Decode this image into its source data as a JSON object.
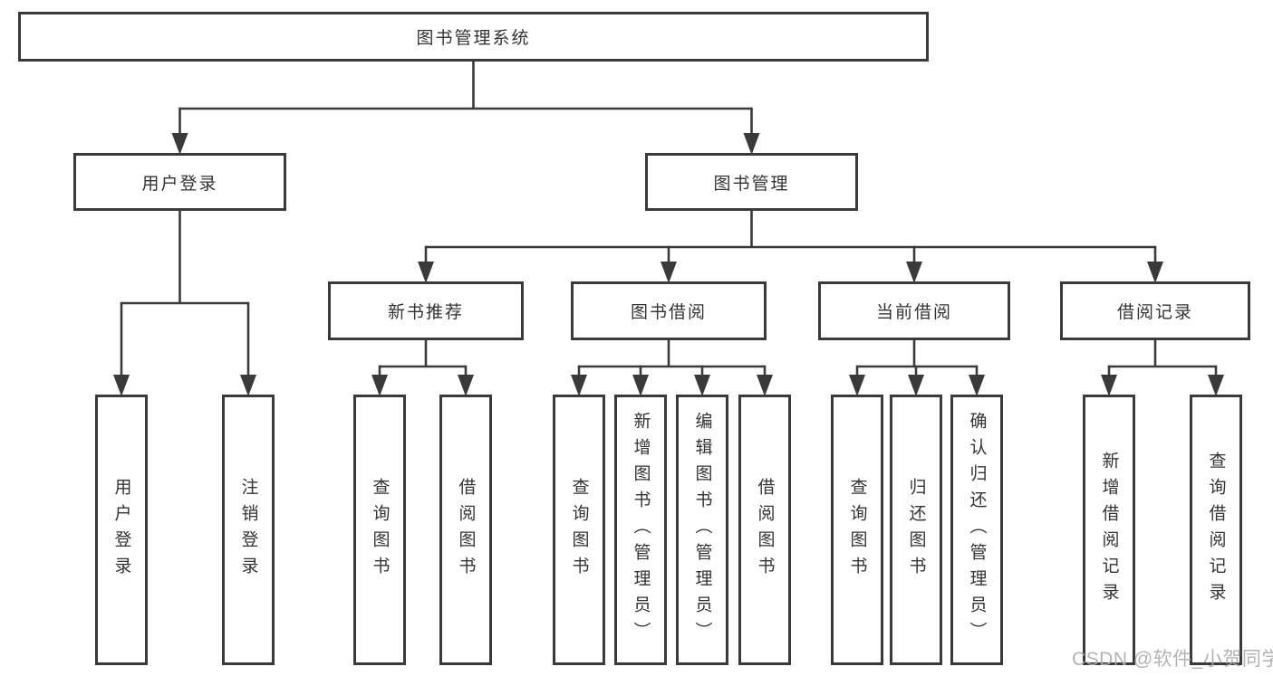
{
  "diagram": {
    "watermark": "CSDN @软件_小贺同学",
    "colors": {
      "line": "#3a3a3a",
      "box_border": "#3a3a3a",
      "box_fill": "#ffffff",
      "text": "#333333",
      "watermark": "#acacac",
      "background": "#ffffff"
    },
    "tree": {
      "id": "root",
      "label": "图书管理系统",
      "children": [
        {
          "id": "user-login-module",
          "label": "用户登录",
          "children": [
            {
              "id": "leaf-user-login",
              "label": "用户登录"
            },
            {
              "id": "leaf-logout",
              "label": "注销登录"
            }
          ]
        },
        {
          "id": "book-mgmt-module",
          "label": "图书管理",
          "children": [
            {
              "id": "new-book-rec",
              "label": "新书推荐",
              "children": [
                {
                  "id": "rec-query-books",
                  "label": "查询图书"
                },
                {
                  "id": "rec-borrow-books",
                  "label": "借阅图书"
                }
              ]
            },
            {
              "id": "book-borrow",
              "label": "图书借阅",
              "children": [
                {
                  "id": "bb-query-books",
                  "label": "查询图书"
                },
                {
                  "id": "bb-add-books",
                  "label": "新增图书（管理员）"
                },
                {
                  "id": "bb-edit-books",
                  "label": "编辑图书（管理员）"
                },
                {
                  "id": "bb-borrow-books",
                  "label": "借阅图书"
                }
              ]
            },
            {
              "id": "current-borrow",
              "label": "当前借阅",
              "children": [
                {
                  "id": "cb-query-books",
                  "label": "查询图书"
                },
                {
                  "id": "cb-return-books",
                  "label": "归还图书"
                },
                {
                  "id": "cb-confirm-return",
                  "label": "确认归还（管理员）"
                }
              ]
            },
            {
              "id": "borrow-records",
              "label": "借阅记录",
              "children": [
                {
                  "id": "br-add-record",
                  "label": "新增借阅记录"
                },
                {
                  "id": "br-query-record",
                  "label": "查询借阅记录"
                }
              ]
            }
          ]
        }
      ]
    }
  }
}
